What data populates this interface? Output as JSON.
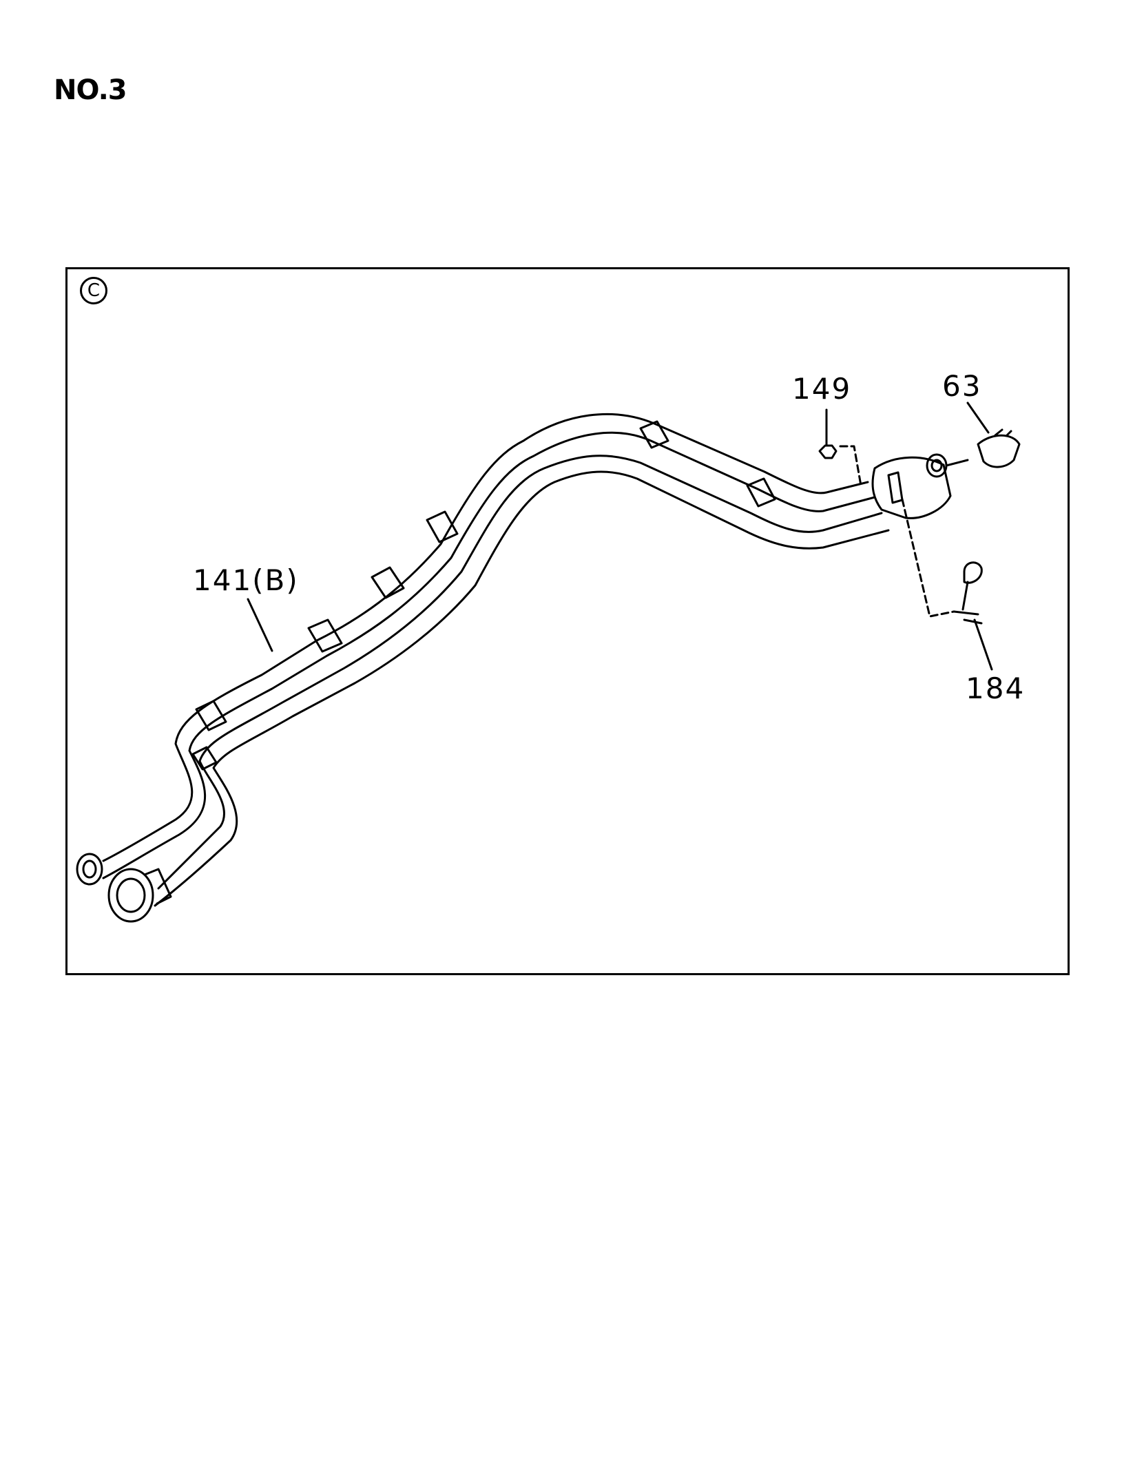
{
  "page_title": "NO.3",
  "view_mark": "C",
  "callouts": {
    "part_141": "141(B)",
    "part_149": "149",
    "part_63": "63",
    "part_184": "184"
  },
  "colors": {
    "line": "#000000",
    "background": "#ffffff"
  }
}
